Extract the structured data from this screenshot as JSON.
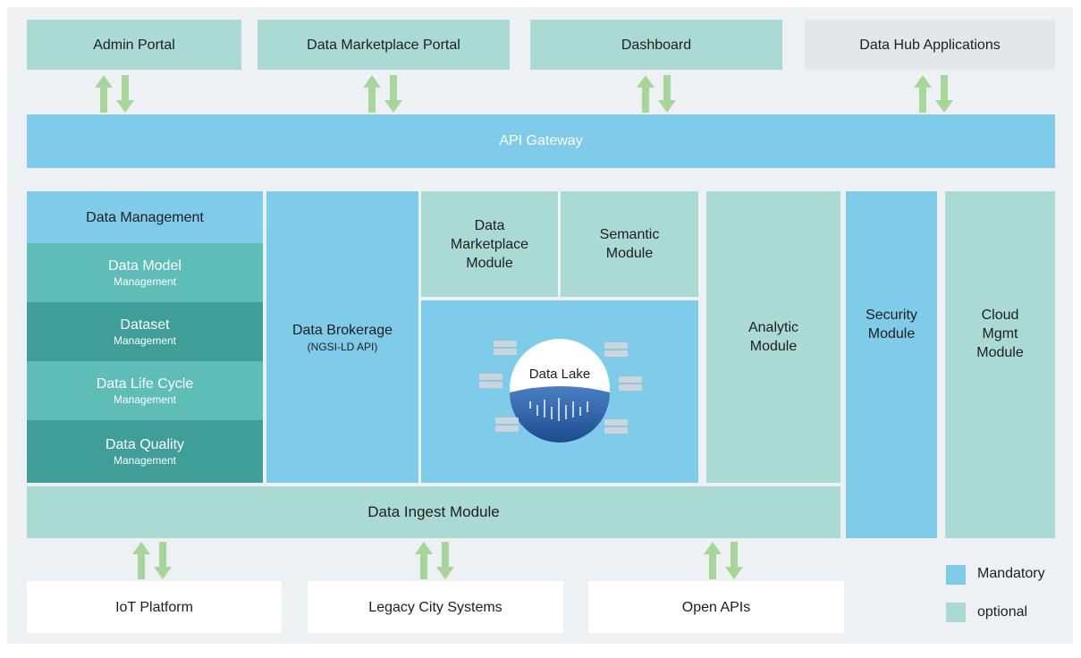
{
  "top_apps": [
    {
      "label": "Admin Portal"
    },
    {
      "label": "Data Marketplace Portal"
    },
    {
      "label": "Dashboard"
    },
    {
      "label": "Data Hub Applications"
    }
  ],
  "gateway": {
    "label": "API Gateway"
  },
  "data_management": {
    "title": "Data Management",
    "items": [
      {
        "main": "Data Model",
        "sub": "Management"
      },
      {
        "main": "Dataset",
        "sub": "Management"
      },
      {
        "main": "Data Life Cycle",
        "sub": "Management"
      },
      {
        "main": "Data Quality",
        "sub": "Management"
      }
    ]
  },
  "brokerage": {
    "main": "Data Brokerage",
    "sub": "(NGSI-LD API)"
  },
  "marketplace_module": {
    "label": "Data Marketplace Module"
  },
  "semantic_module": {
    "label": "Semantic Module"
  },
  "data_lake": {
    "label": "Data Lake"
  },
  "analytic_module": {
    "label": "Analytic Module"
  },
  "security_module": {
    "label": "Security Module"
  },
  "cloud_module": {
    "label": "Cloud Mgmt Module"
  },
  "ingest": {
    "label": "Data Ingest Module"
  },
  "sources": [
    {
      "label": "IoT Platform"
    },
    {
      "label": "Legacy City Systems"
    },
    {
      "label": "Open APIs"
    }
  ],
  "legend": {
    "mandatory": "Mandatory",
    "optional": "optional"
  },
  "colors": {
    "mandatory": "#7ecbea",
    "optional": "#a9dbd4",
    "arrow": "#a8d59a",
    "dm_teal_1": "#5fbdb7",
    "dm_teal_2": "#3f9f98",
    "background": "#eef1f4"
  }
}
